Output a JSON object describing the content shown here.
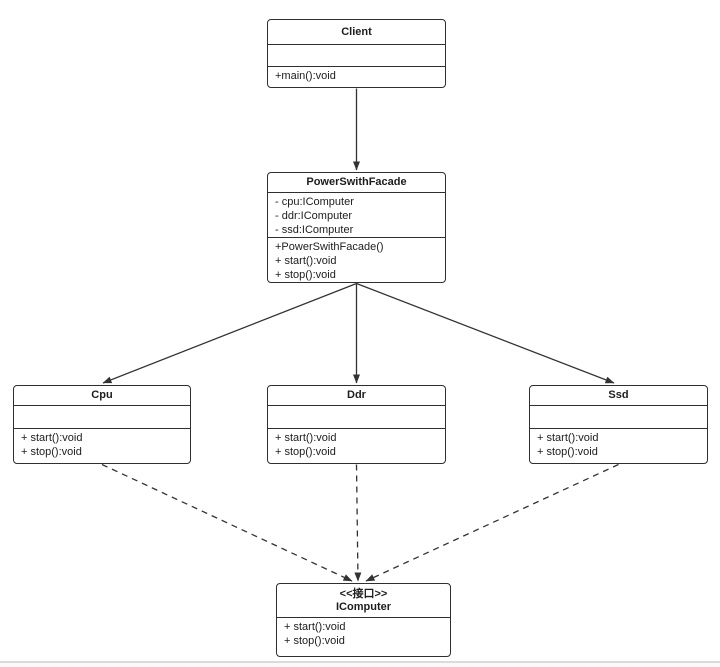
{
  "diagram": {
    "type": "uml-class-diagram",
    "colors": {
      "background": "#ffffff",
      "box_border": "#2f2f2f",
      "box_fill": "#ffffff",
      "text": "#1d1d1d",
      "connector": "#333333",
      "page_edge_line": "#dbdbdb"
    }
  },
  "classes": {
    "client": {
      "name": "Client",
      "attributes": [],
      "methods": [
        "+main():void"
      ]
    },
    "facade": {
      "name": "PowerSwithFacade",
      "attributes": [
        "- cpu:IComputer",
        "- ddr:IComputer",
        "- ssd:IComputer"
      ],
      "methods": [
        "+PowerSwithFacade()",
        "+ start():void",
        "+ stop():void"
      ]
    },
    "cpu": {
      "name": "Cpu",
      "attributes": [],
      "methods": [
        "+ start():void",
        "+ stop():void"
      ]
    },
    "ddr": {
      "name": "Ddr",
      "attributes": [],
      "methods": [
        "+ start():void",
        "+ stop():void"
      ]
    },
    "ssd": {
      "name": "Ssd",
      "attributes": [],
      "methods": [
        "+ start():void",
        "+ stop():void"
      ]
    },
    "icomputer": {
      "stereotype": "<<接口>>",
      "name": "IComputer",
      "methods": [
        "+ start():void",
        "+ stop():void"
      ]
    }
  },
  "relationships": [
    {
      "from": "Client",
      "to": "PowerSwithFacade",
      "line": "solid",
      "arrowhead": "filled"
    },
    {
      "from": "PowerSwithFacade",
      "to": "Cpu",
      "line": "solid",
      "arrowhead": "filled"
    },
    {
      "from": "PowerSwithFacade",
      "to": "Ddr",
      "line": "solid",
      "arrowhead": "filled"
    },
    {
      "from": "PowerSwithFacade",
      "to": "Ssd",
      "line": "solid",
      "arrowhead": "filled"
    },
    {
      "from": "Cpu",
      "to": "IComputer",
      "line": "dashed",
      "arrowhead": "filled"
    },
    {
      "from": "Ddr",
      "to": "IComputer",
      "line": "dashed",
      "arrowhead": "filled"
    },
    {
      "from": "Ssd",
      "to": "IComputer",
      "line": "dashed",
      "arrowhead": "filled"
    }
  ]
}
